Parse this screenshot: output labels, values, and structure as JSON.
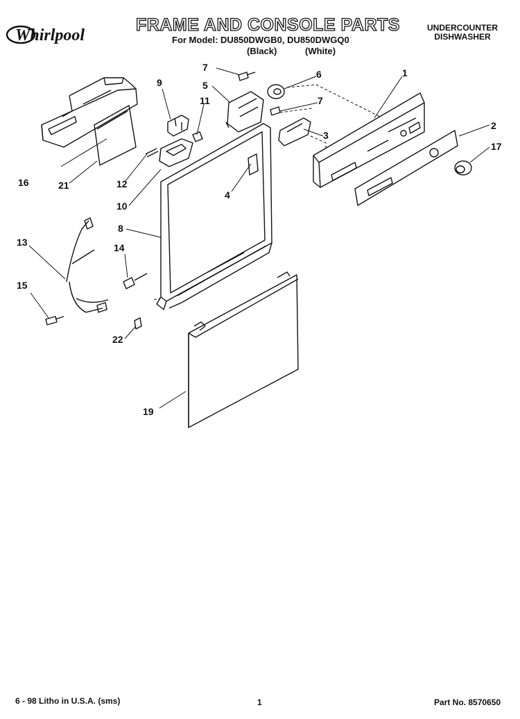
{
  "header": {
    "brand": "Whirlpool",
    "title": "FRAME AND CONSOLE PARTS",
    "model_line": "For Model: DU850DWGB0, DU850DWGQ0",
    "color_black": "(Black)",
    "color_white": "(White)",
    "product_line1": "UNDERCOUNTER",
    "product_line2": "DISHWASHER"
  },
  "callouts": [
    "1",
    "2",
    "3",
    "4",
    "5",
    "6",
    "7",
    "7",
    "8",
    "9",
    "10",
    "11",
    "12",
    "13",
    "14",
    "15",
    "16",
    "17",
    "19",
    "21",
    "22"
  ],
  "footer": {
    "litho": "6 - 98 Litho in U.S.A. (sms)",
    "page": "1",
    "part_no": "Part No. 8570650"
  }
}
